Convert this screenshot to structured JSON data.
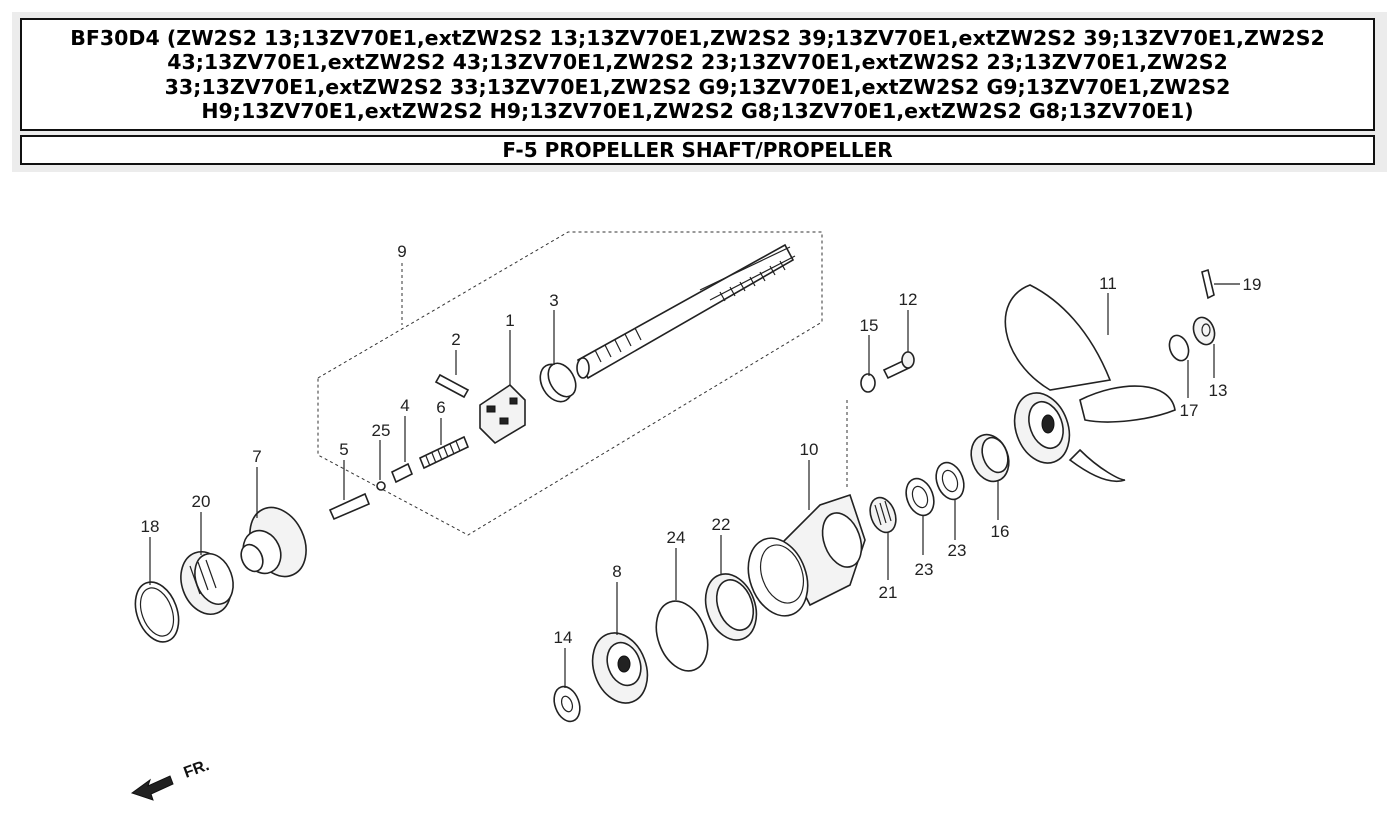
{
  "header": {
    "title": "BF30D4 (ZW2S2 13;13ZV70E1,extZW2S2 13;13ZV70E1,ZW2S2 39;13ZV70E1,extZW2S2 39;13ZV70E1,ZW2S2 43;13ZV70E1,extZW2S2 43;13ZV70E1,ZW2S2 23;13ZV70E1,extZW2S2 23;13ZV70E1,ZW2S2 33;13ZV70E1,extZW2S2 33;13ZV70E1,ZW2S2 G9;13ZV70E1,extZW2S2 G9;13ZV70E1,ZW2S2 H9;13ZV70E1,extZW2S2 H9;13ZV70E1,ZW2S2 G8;13ZV70E1,extZW2S2 G8;13ZV70E1)",
    "section": "F-5 PROPELLER SHAFT/PROPELLER"
  },
  "callouts": {
    "c1": "1",
    "c2": "2",
    "c3": "3",
    "c4": "4",
    "c5": "5",
    "c6": "6",
    "c7": "7",
    "c8": "8",
    "c9": "9",
    "c10": "10",
    "c11": "11",
    "c12": "12",
    "c13": "13",
    "c14": "14",
    "c15": "15",
    "c16": "16",
    "c17": "17",
    "c18": "18",
    "c19": "19",
    "c20": "20",
    "c21": "21",
    "c22": "22",
    "c23a": "23",
    "c23b": "23",
    "c24": "24",
    "c25": "25"
  },
  "front_marker": "FR."
}
